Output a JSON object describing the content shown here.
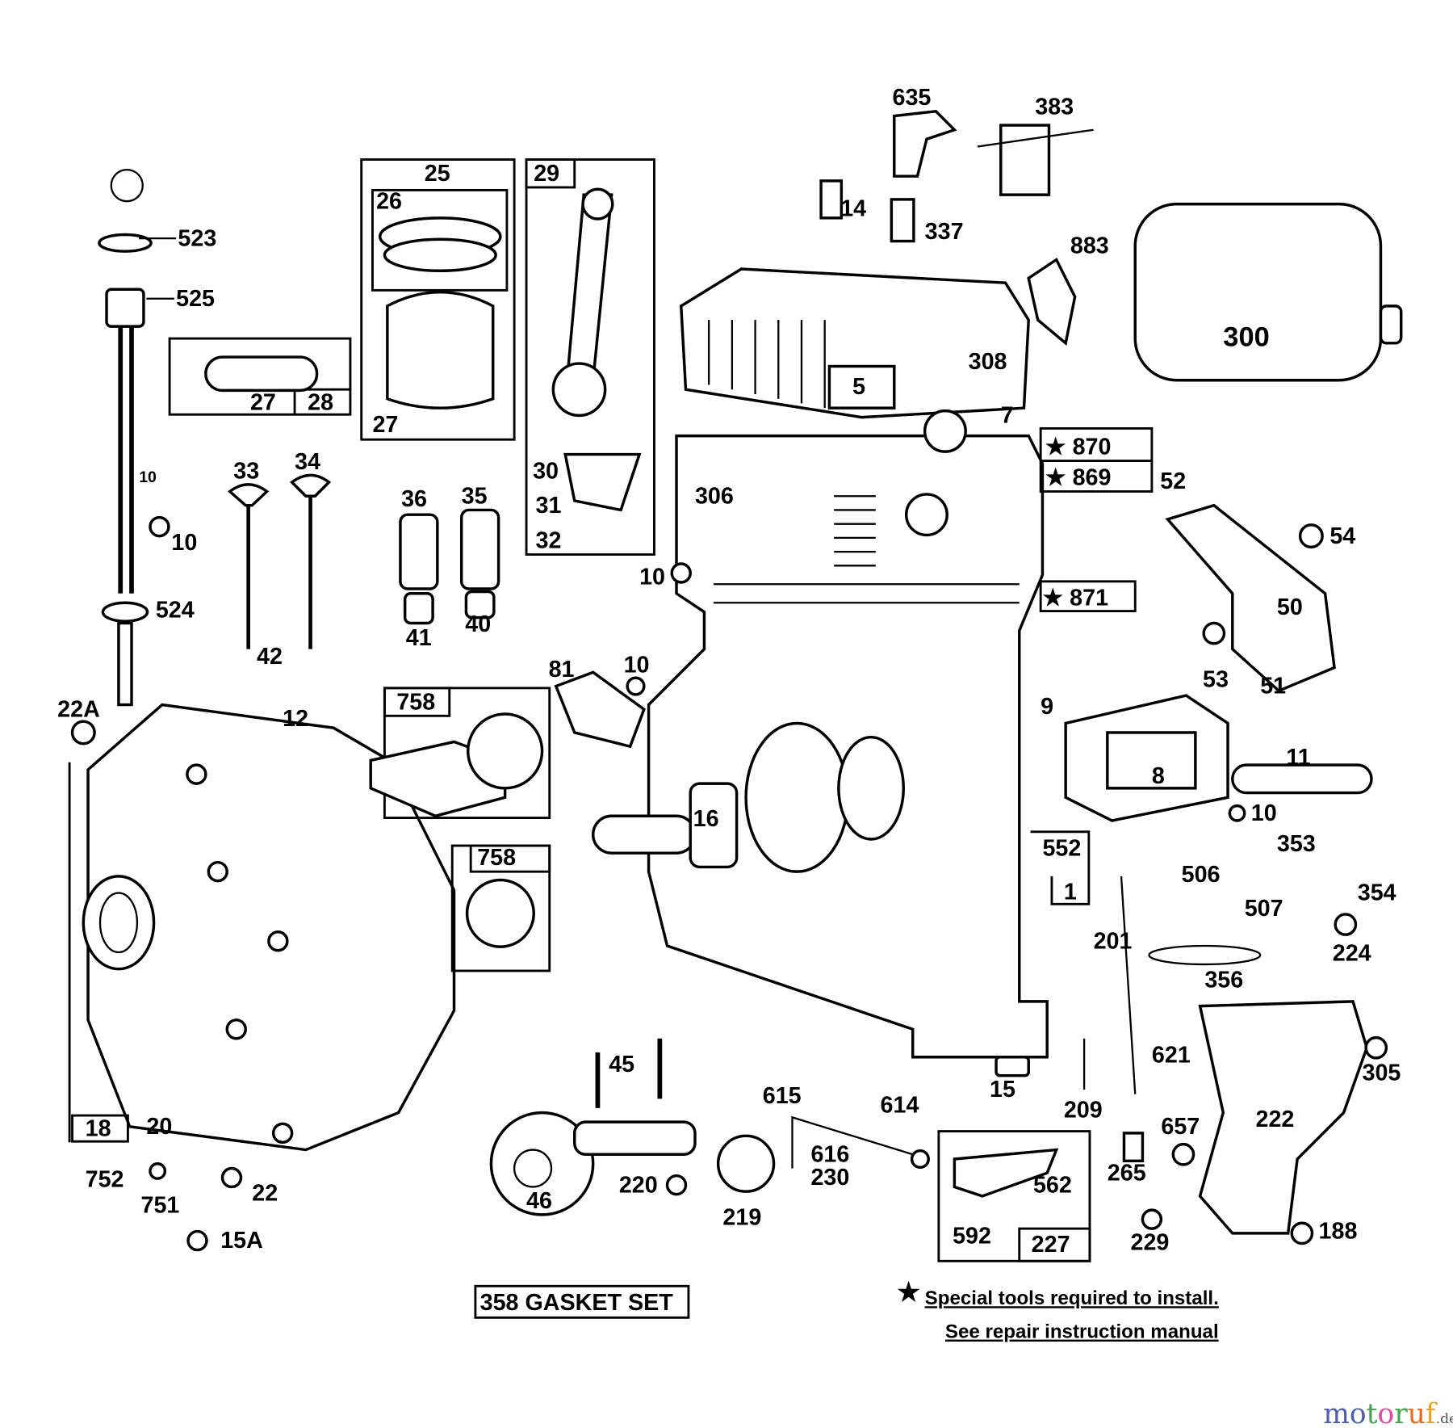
{
  "callouts": {
    "c635": "635",
    "c383": "383",
    "c14": "14",
    "c337": "337",
    "c883": "883",
    "c300": "300",
    "c308": "308",
    "c5": "5",
    "c7": "7",
    "c870": "870",
    "c869": "869",
    "c52": "52",
    "c306": "306",
    "c54": "54",
    "c50": "50",
    "c871": "871",
    "c53": "53",
    "c51": "51",
    "c10a": "10",
    "c25": "25",
    "c26": "26",
    "c29": "29",
    "c28": "28",
    "c27a": "27",
    "c27b": "27",
    "c523": "523",
    "c525": "525",
    "c10b": "10",
    "c524": "524",
    "c33": "33",
    "c34": "34",
    "c36": "36",
    "c35": "35",
    "c41": "41",
    "c40": "40",
    "c42": "42",
    "c30": "30",
    "c31": "31",
    "c32": "32",
    "c12": "12",
    "c22A": "22A",
    "c758a": "758",
    "c758b": "758",
    "c81": "81",
    "c10c": "10",
    "c9": "9",
    "c11": "11",
    "c8": "8",
    "c10d": "10",
    "c16": "16",
    "c552": "552",
    "c1": "1",
    "c353": "353",
    "c506": "506",
    "c507": "507",
    "c354": "354",
    "c224": "224",
    "c201": "201",
    "c356": "356",
    "c621": "621",
    "c305": "305",
    "c222": "222",
    "c657": "657",
    "c265": "265",
    "c229": "229",
    "c188": "188",
    "c15": "15",
    "c209": "209",
    "c614": "614",
    "c615": "615",
    "c616": "616",
    "c230": "230",
    "c562": "562",
    "c592": "592",
    "c227": "227",
    "c45": "45",
    "c46": "46",
    "c220": "220",
    "c219": "219",
    "c18": "18",
    "c20": "20",
    "c752": "752",
    "c751": "751",
    "c22": "22",
    "c15A": "15A",
    "c10e": "10"
  },
  "gasket_set_label": "358 GASKET SET",
  "notes": {
    "star_symbol": "★",
    "line1": "Special tools required to install.",
    "line2": "See repair instruction manual"
  },
  "watermark": {
    "text_parts": [
      "m",
      "o",
      "t",
      "o",
      "r",
      "u",
      "f"
    ],
    "suffix": ".de",
    "colors": [
      "#4a5fb0",
      "#4a5fb0",
      "#3da84a",
      "#e04a9a",
      "#3da84a",
      "#e86a1a",
      "#f0a020"
    ]
  }
}
